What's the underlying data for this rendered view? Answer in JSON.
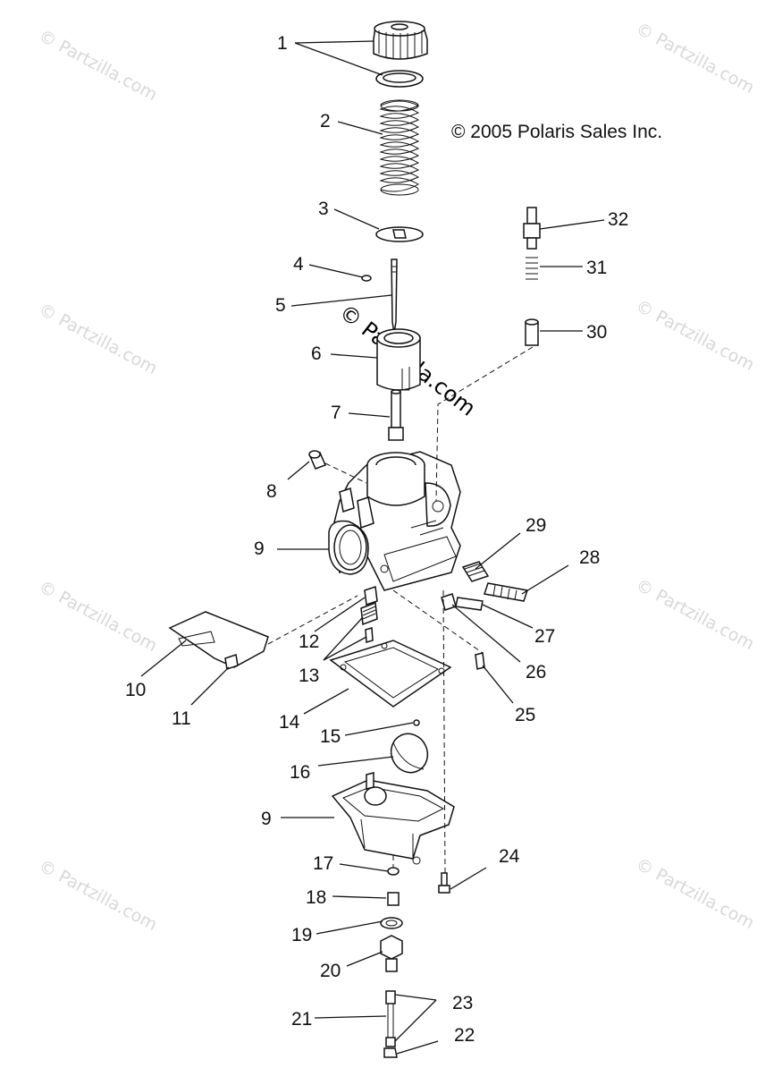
{
  "copyright": "© 2005 Polaris Sales Inc.",
  "watermark": "© Partzilla.com",
  "callouts": [
    "1",
    "2",
    "3",
    "4",
    "5",
    "6",
    "7",
    "8",
    "9",
    "9",
    "10",
    "11",
    "12",
    "13",
    "14",
    "15",
    "16",
    "17",
    "18",
    "19",
    "20",
    "21",
    "22",
    "23",
    "24",
    "25",
    "26",
    "27",
    "28",
    "29",
    "30",
    "31",
    "32"
  ]
}
